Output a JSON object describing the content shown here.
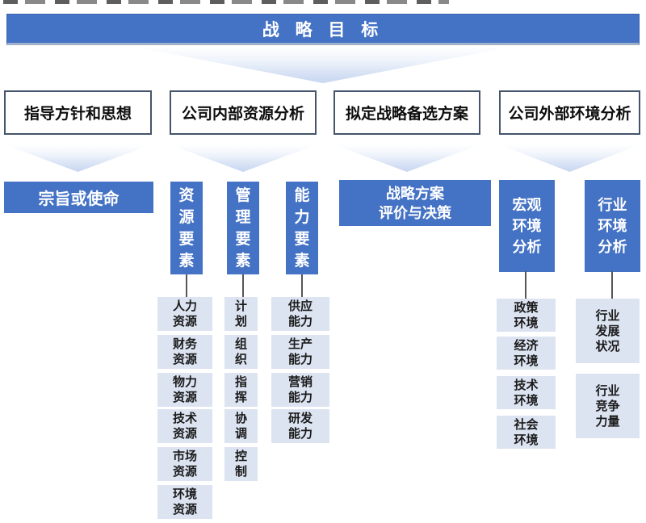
{
  "colors": {
    "blue": "#4472C4",
    "light_box": "#dce3f1",
    "border": "#44546A",
    "line": "#565656"
  },
  "banner": {
    "label": "战 略 目 标"
  },
  "row2": {
    "items": [
      {
        "label": "指导方针和思想"
      },
      {
        "label": "公司内部资源分析"
      },
      {
        "label": "拟定战略备选方案"
      },
      {
        "label": "公司外部环境分析"
      }
    ]
  },
  "row3": {
    "mission": "宗旨或使命",
    "resource_factors": [
      "资",
      "源",
      "要",
      "素"
    ],
    "management_factors": [
      "管",
      "理",
      "要",
      "素"
    ],
    "capability_factors": [
      "能",
      "力",
      "要",
      "素"
    ],
    "evaluation": [
      "战略方案",
      "评价与决策"
    ],
    "macro_env": [
      "宏观",
      "环境",
      "分析"
    ],
    "industry_env": [
      "行业",
      "环境",
      "分析"
    ]
  },
  "leaves": {
    "resource": [
      [
        "人力",
        "资源"
      ],
      [
        "财务",
        "资源"
      ],
      [
        "物力",
        "资源"
      ],
      [
        "技术",
        "资源"
      ],
      [
        "市场",
        "资源"
      ],
      [
        "环境",
        "资源"
      ]
    ],
    "management": [
      [
        "计",
        "划"
      ],
      [
        "组",
        "织"
      ],
      [
        "指",
        "挥"
      ],
      [
        "协",
        "调"
      ],
      [
        "控",
        "制"
      ]
    ],
    "capability": [
      [
        "供应",
        "能力"
      ],
      [
        "生产",
        "能力"
      ],
      [
        "营销",
        "能力"
      ],
      [
        "研发",
        "能力"
      ]
    ],
    "macro": [
      [
        "政策",
        "环境"
      ],
      [
        "经济",
        "环境"
      ],
      [
        "技术",
        "环境"
      ],
      [
        "社会",
        "环境"
      ]
    ],
    "industry": [
      [
        "行业",
        "发展",
        "状况"
      ],
      [
        "行业",
        "竞争",
        "力量"
      ]
    ]
  }
}
